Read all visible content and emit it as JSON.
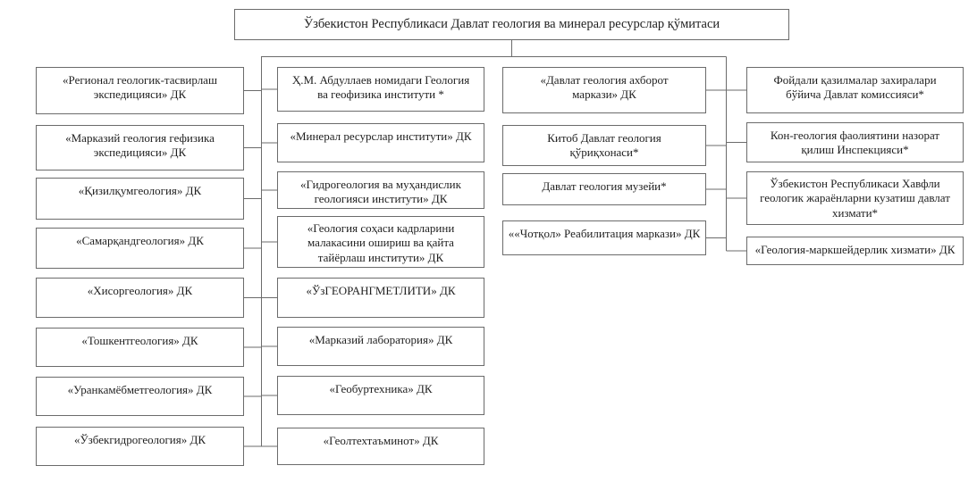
{
  "title": "Ўзбекистон Республикаси Давлат геология ва минерал ресурслар қўмитаси",
  "left_outer": [
    "«Регионал геологик-тасвирлаш экспедицияси» ДК",
    "«Марказий геология гефизика экспедицияси» ДК",
    "«Қизилқумгеология» ДК",
    "«Самарқандгеология» ДК",
    "«Хисоргеология» ДК",
    "«Тошкентгеология» ДК",
    "«Уранкамёбметгеология» ДК",
    "«Ўзбекгидрогеология» ДК"
  ],
  "left_inner": [
    "Ҳ.М. Абдуллаев номидаги Геология ва геофизика институти *",
    "«Минерал ресурслар институти» ДК",
    "«Гидрогеология ва муҳандислик геологияси институти» ДК",
    "«Геология соҳаси кадрларини малакасини ошириш ва қайта тайёрлаш институти» ДК",
    "«ЎзГЕОРАНГМЕТЛИТИ» ДК",
    "«Марказий лаборатория» ДК",
    "«Геобуртехника» ДК",
    "«Геолтехтаъминот» ДК"
  ],
  "right_inner": [
    "«Давлат геология ахборот маркази» ДК",
    "Китоб Давлат геология қўриқхонаси*",
    "Давлат геология музейи*",
    "««Чотқол» Реабилитация маркази» ДК"
  ],
  "right_outer": [
    "Фойдали қазилмалар захиралари бўйича Давлат комиссияси*",
    "Кон-геология фаолиятини назорат қилиш Инспекцияси*",
    "Ўзбекистон Республикаси Хавфли геологик жараёнларни кузатиш давлат хизмати*",
    "«Геология-маркшейдерлик хизмати» ДК"
  ],
  "colors": {
    "box_border": "#6b6b6b",
    "connector_line": "#6b6b6b",
    "text": "#1f1f1f",
    "background": "#ffffff"
  }
}
